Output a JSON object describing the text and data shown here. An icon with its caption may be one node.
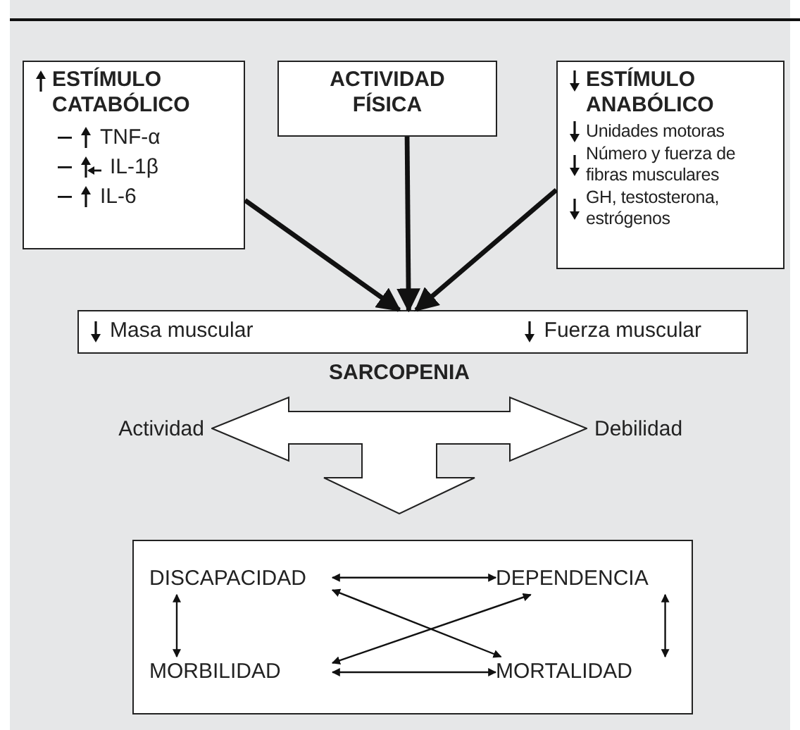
{
  "diagram": {
    "nodes": [
      {
        "text": [
          "ESTÍMULO CATABÓLICO",
          "TNF-α",
          "IL-1β",
          "IL-6"
        ]
      },
      {
        "text": [
          "ACTIVIDAD FÍSICA"
        ]
      },
      {
        "text": [
          "ESTÍMULO ANABÓLICO",
          "Unidades motoras",
          "Número y fuerza de fibras musculares",
          "GH, testosterona, estrógenos"
        ]
      },
      {
        "text": [
          "Masa muscular",
          "Fuerza muscular"
        ]
      },
      {
        "text": [
          "SARCOPENIA"
        ],
        "beside": [
          "Actividad",
          "Debilidad"
        ]
      },
      {
        "text": [],
        "shape": "box"
      },
      {
        "text": [
          "DISCAPACIDAD"
        ],
        "in": 5
      },
      {
        "text": [
          "DEPENDENCIA"
        ],
        "in": 5
      },
      {
        "text": [
          "MORBILIDAD"
        ],
        "in": 5
      },
      {
        "text": [
          "MORTALIDAD"
        ],
        "in": 5
      }
    ],
    "edges": [
      {
        "from": 0,
        "to": 3,
        "arrow": "to",
        "style": "thick"
      },
      {
        "from": 1,
        "to": 3,
        "arrow": "to",
        "style": "thick"
      },
      {
        "from": 2,
        "to": 3,
        "arrow": "to",
        "style": "thick"
      },
      {
        "from": 6,
        "to": 7,
        "arrow": "both"
      },
      {
        "from": 6,
        "to": 9,
        "arrow": "both"
      },
      {
        "from": 8,
        "to": 7,
        "arrow": "both"
      },
      {
        "from": 8,
        "to": 9,
        "arrow": "both"
      },
      {
        "from": 6,
        "to": 8,
        "arrow": "both"
      },
      {
        "from": 7,
        "to": 9,
        "arrow": "both"
      }
    ]
  }
}
